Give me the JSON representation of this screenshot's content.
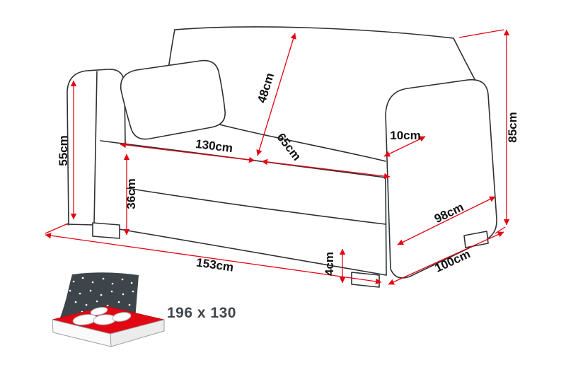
{
  "diagram": {
    "labels": {
      "backrest_height": "48cm",
      "seat_width": "130cm",
      "seat_depth": "65cm",
      "armrest_width": "10cm",
      "armrest_front_height": "55cm",
      "base_front_height": "36cm",
      "armrest_depth": "98cm",
      "total_height": "85cm",
      "total_width": "153cm",
      "leg_height": "4cm",
      "total_depth": "100cm"
    },
    "sleeping_area": {
      "label": "196 x 130"
    },
    "colors": {
      "dimension_line": "#e30613",
      "outline": "#2d3134",
      "label_text": "#111111",
      "icon_night": "#3d444a",
      "icon_mattress": "#e30613",
      "icon_text": "#3f464c"
    }
  }
}
